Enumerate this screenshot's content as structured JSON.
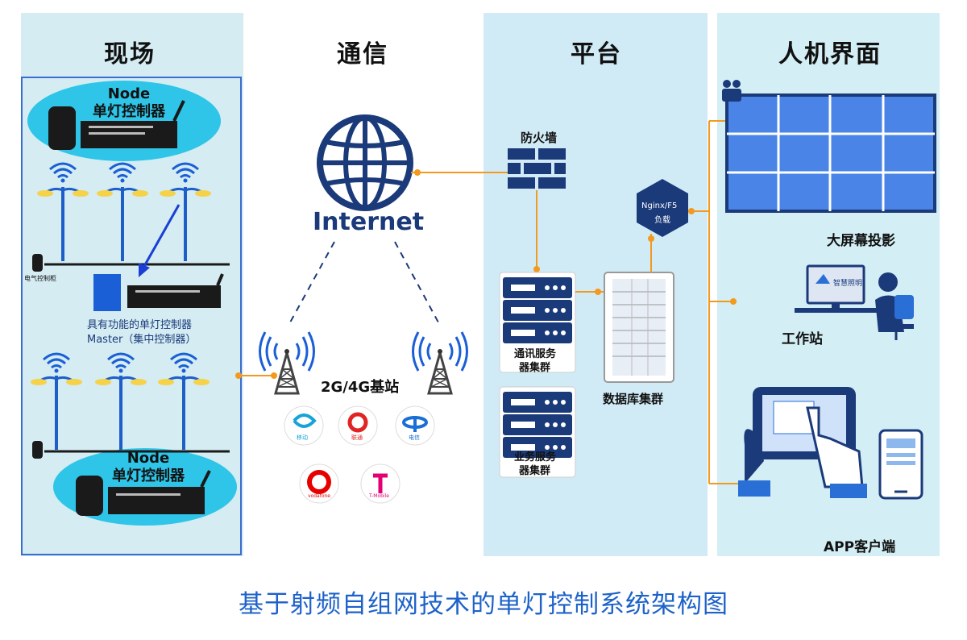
{
  "columns": {
    "field": "现场",
    "communication": "通信",
    "platform": "平台",
    "hmi": "人机界面"
  },
  "field": {
    "node_top_line1": "Node",
    "node_top_line2": "单灯控制器",
    "electric_cabinet": "电气控制柜",
    "master_line1": "具有功能的单灯控制器",
    "master_line2": "Master（集中控制器）",
    "node_bottom_line1": "Node",
    "node_bottom_line2": "单灯控制器"
  },
  "communication": {
    "internet": "Internet",
    "base_station": "2G/4G基站",
    "carriers": [
      "移动",
      "联通",
      "电信",
      "vodafone",
      "T-Mobile"
    ]
  },
  "platform": {
    "firewall": "防火墙",
    "load_balancer_line1": "Nginx/F5",
    "load_balancer_line2": "负载",
    "comm_servers_line1": "通讯服务",
    "comm_servers_line2": "器集群",
    "biz_servers_line1": "业务服务",
    "biz_servers_line2": "器集群",
    "database": "数据库集群"
  },
  "hmi": {
    "big_screen": "大屏幕投影",
    "workstation": "工作站",
    "workstation_screen_text": "智慧照明",
    "app": "APP客户端"
  },
  "caption": "基于射频自组网技术的单灯控制系统架构图",
  "colors": {
    "field_bg": "#d4ecf2",
    "platform_bg": "#d0ebf6",
    "hmi_bg": "#d3eef4",
    "accent_blue": "#1a5fd6",
    "navy": "#1b3a7a",
    "orange_link": "#f39a1e",
    "bubble": "#2ec5e8",
    "caption": "#1d62c9"
  }
}
